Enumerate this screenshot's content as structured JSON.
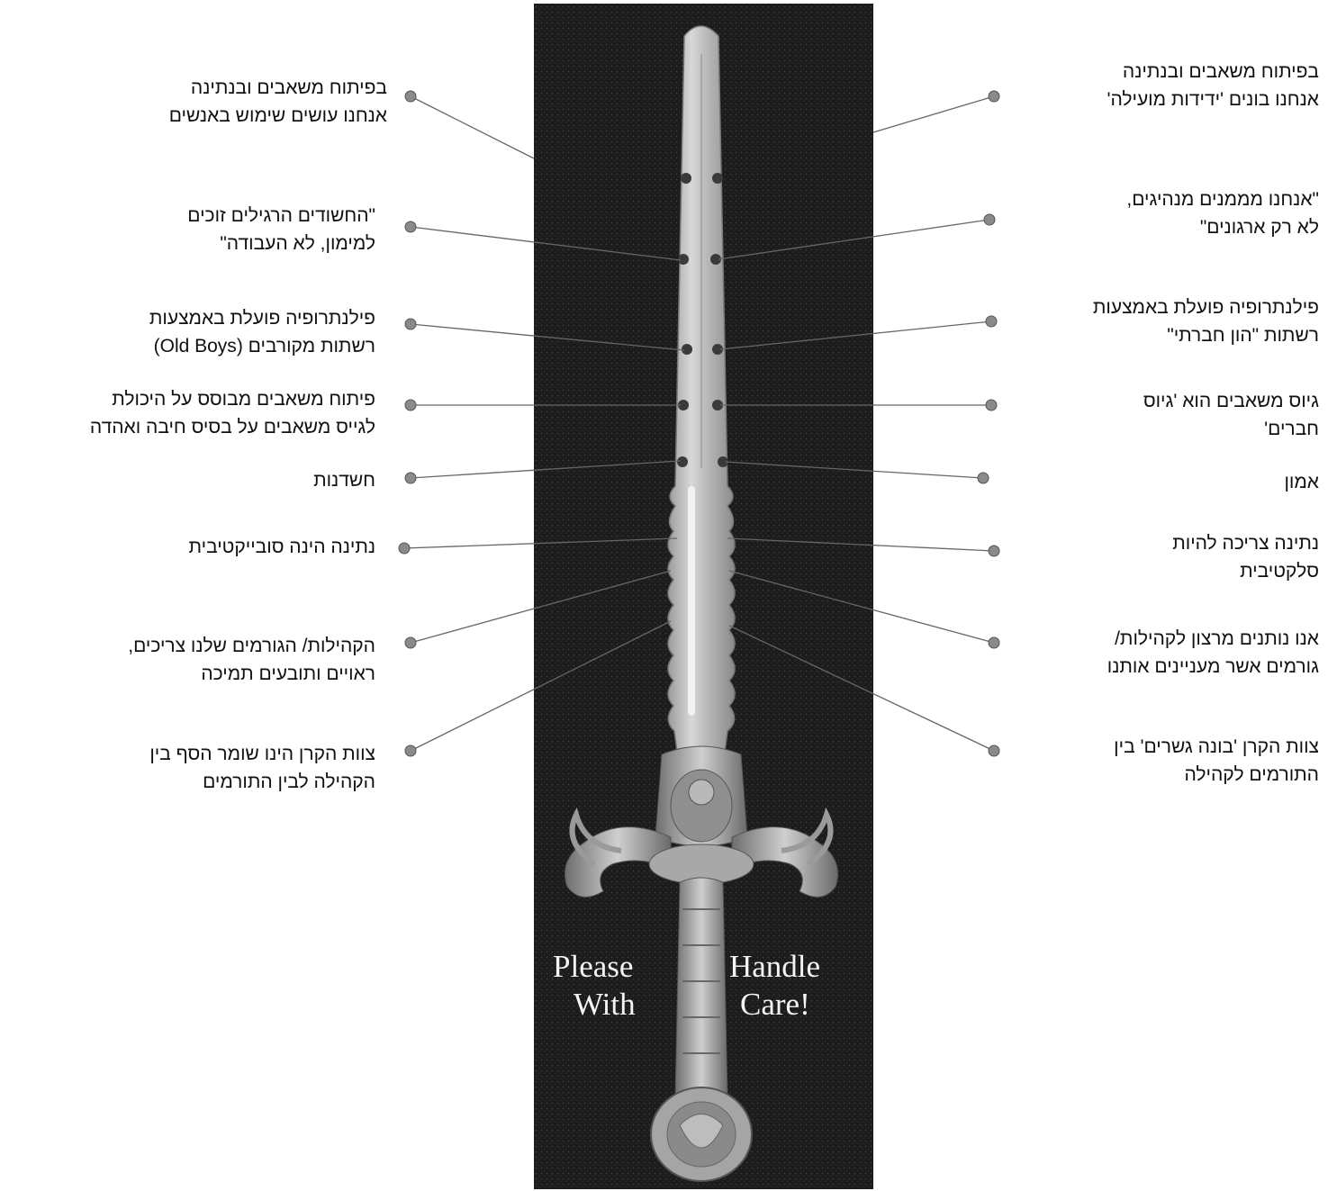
{
  "colors": {
    "panel": "#1a1a1a",
    "blade": "#cfcfcf",
    "line": "#555555",
    "dot": "#888888",
    "text": "#111111"
  },
  "left_labels": [
    {
      "lines": [
        "בפיתוח משאבים ובנתינה",
        "אנחנו עושים שימוש באנשים"
      ]
    },
    {
      "lines": [
        "\"החשודים הרגילים זוכים",
        "למימון, לא העבודה\""
      ]
    },
    {
      "lines": [
        "פילנתרופיה פועלת באמצעות",
        "רשתות מקורבים (Old Boys)"
      ]
    },
    {
      "lines": [
        "פיתוח משאבים מבוסס על היכולת",
        "לגייס משאבים על בסיס חיבה ואהדה"
      ]
    },
    {
      "lines": [
        "חשדנות"
      ]
    },
    {
      "lines": [
        "נתינה הינה סובייקטיבית"
      ]
    },
    {
      "lines": [
        "הקהילות/ הגורמים שלנו צריכים,",
        "ראויים ותובעים תמיכה"
      ]
    },
    {
      "lines": [
        "צוות הקרן הינו שומר הסף בין",
        "הקהילה לבין התורמים"
      ]
    }
  ],
  "right_labels": [
    {
      "lines": [
        "בפיתוח משאבים ובנתינה",
        "אנחנו בונים 'ידידות מועילה'"
      ]
    },
    {
      "lines": [
        "\"אנחנו מממנים מנהיגים,",
        "לא רק ארגונים\""
      ]
    },
    {
      "lines": [
        "פילנתרופיה פועלת באמצעות",
        "רשתות \"הון חברתי\""
      ]
    },
    {
      "lines": [
        "גיוס משאבים הוא 'גיוס",
        "חברים'"
      ]
    },
    {
      "lines": [
        "אמון"
      ]
    },
    {
      "lines": [
        "נתינה צריכה להיות",
        "סלקטיבית"
      ]
    },
    {
      "lines": [
        "אנו נותנים מרצון לקהילות/",
        "גורמים אשר מעניינים אותנו"
      ]
    },
    {
      "lines": [
        "צוות הקרן 'בונה גשרים' בין",
        "התורמים לקהילה"
      ]
    }
  ],
  "sword_text": {
    "please": "Please",
    "with": "With",
    "handle": "Handle",
    "care": "Care!"
  }
}
